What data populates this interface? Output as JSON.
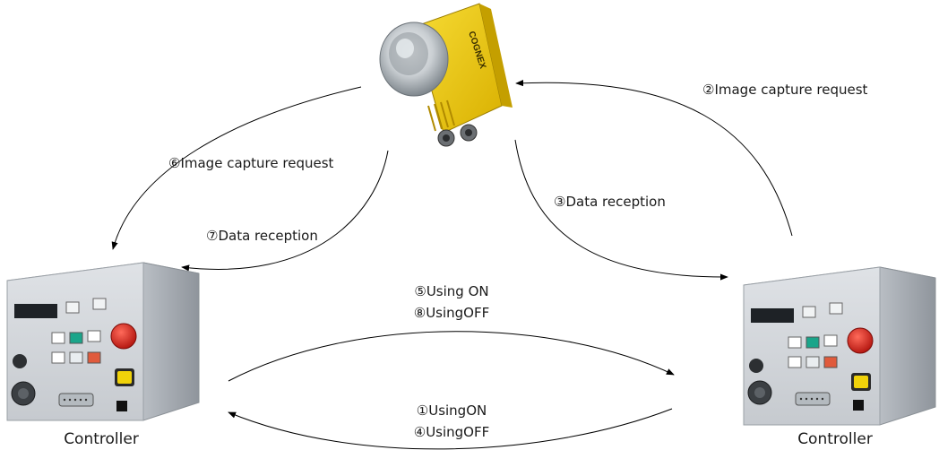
{
  "labels": {
    "image_capture_request_2": "②Image capture request",
    "image_capture_request_6": "⑥Image capture request",
    "data_reception_3": "③Data reception",
    "data_reception_7": "⑦Data reception",
    "using_on_5": "⑤Using ON",
    "using_off_8": "⑧UsingOFF",
    "using_on_1": "①UsingON",
    "using_off_4": "④UsingOFF"
  },
  "controllers": {
    "left_label": "Controller",
    "right_label": "Controller"
  },
  "camera": {
    "brand_text": "COGNEX"
  },
  "colors": {
    "camera_body": "#f2cf1a",
    "estop": "#d8211c",
    "yellow_button": "#f0d20a",
    "panel_gray": "#c8ccd0",
    "arrow": "#000000"
  }
}
